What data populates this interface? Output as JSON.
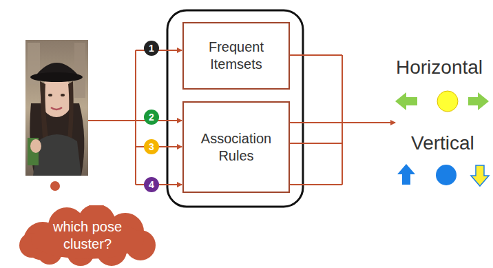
{
  "diagram": {
    "nodes": [
      {
        "text": [
          "Frequent Itemsets"
        ]
      },
      {
        "text": [
          "Association Rules"
        ]
      },
      {
        "text": [
          "which pose cluster?"
        ]
      }
    ],
    "labels": [
      "1",
      "2",
      "3",
      "4",
      "Horizontal",
      "Vertical"
    ]
  }
}
